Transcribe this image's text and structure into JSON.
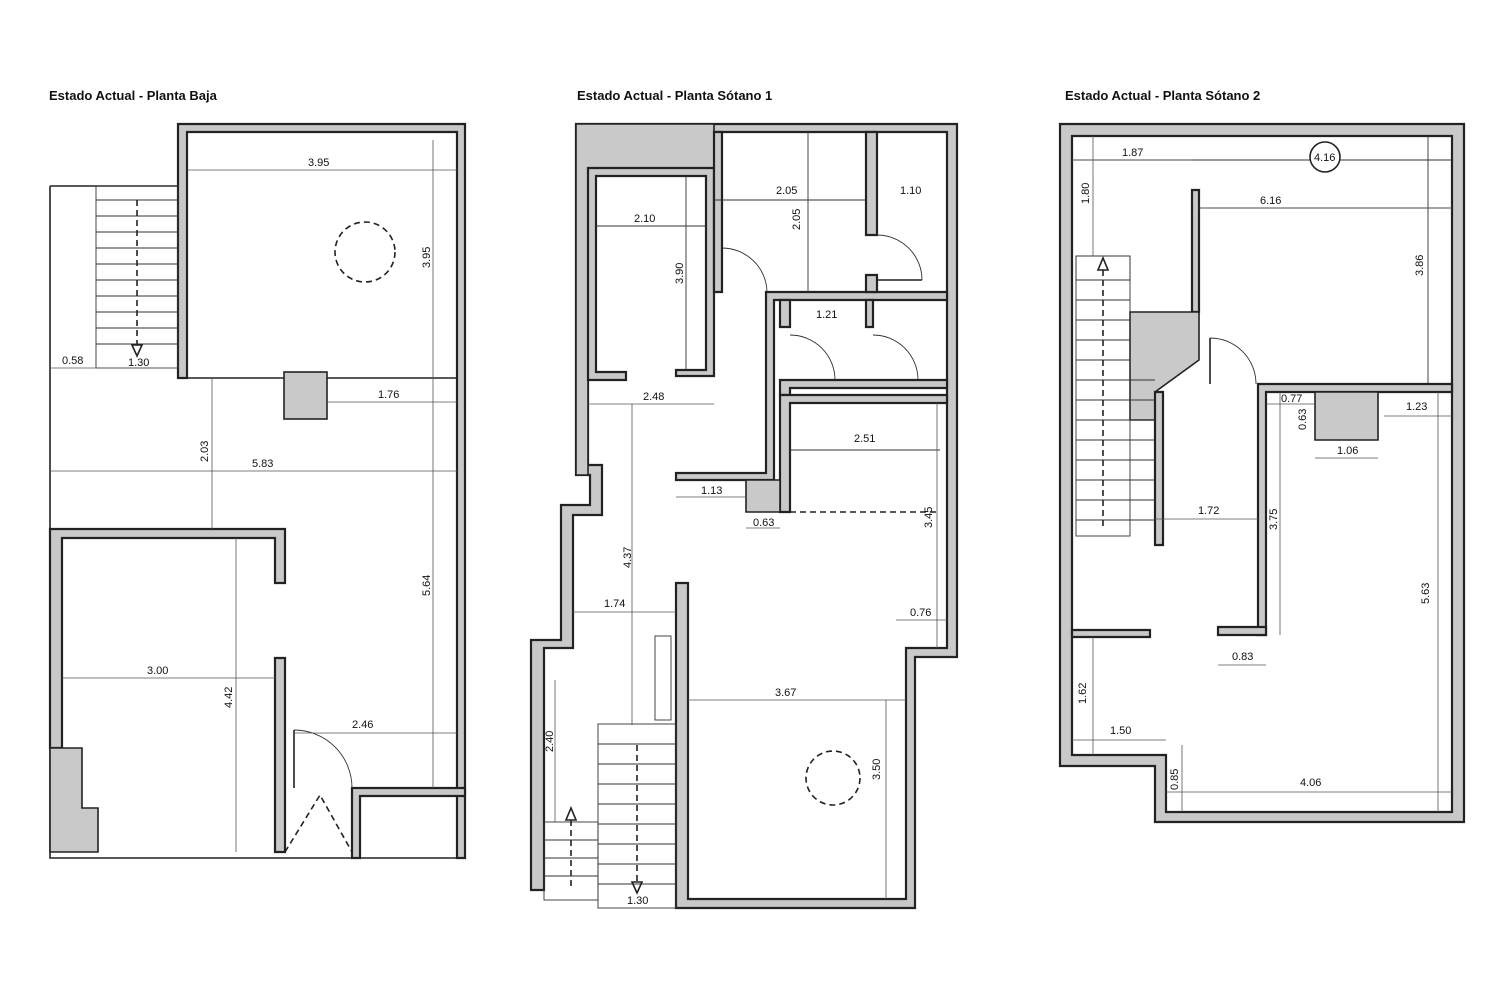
{
  "plans": [
    {
      "title": "Estado Actual - Planta Baja",
      "dims": [
        "3.95",
        "3.95",
        "0.58",
        "1.30",
        "1.76",
        "2.03",
        "5.83",
        "5.64",
        "3.00",
        "4.42",
        "2.46"
      ]
    },
    {
      "title": "Estado Actual - Planta Sótano 1",
      "dims": [
        "2.10",
        "3.90",
        "2.05",
        "2.05",
        "1.10",
        "1.21",
        "2.48",
        "2.51",
        "1.13",
        "0.63",
        "3.45",
        "4.37",
        "1.74",
        "0.76",
        "3.67",
        "2.40",
        "3.50",
        "1.30"
      ]
    },
    {
      "title": "Estado Actual - Planta Sótano 2",
      "dims": [
        "1.87",
        "4.16",
        "1.80",
        "6.16",
        "3.86",
        "0.77",
        "0.63",
        "1.23",
        "1.06",
        "1.72",
        "3.75",
        "5.63",
        "0.83",
        "1.62",
        "1.50",
        "0.85",
        "4.06"
      ]
    }
  ]
}
